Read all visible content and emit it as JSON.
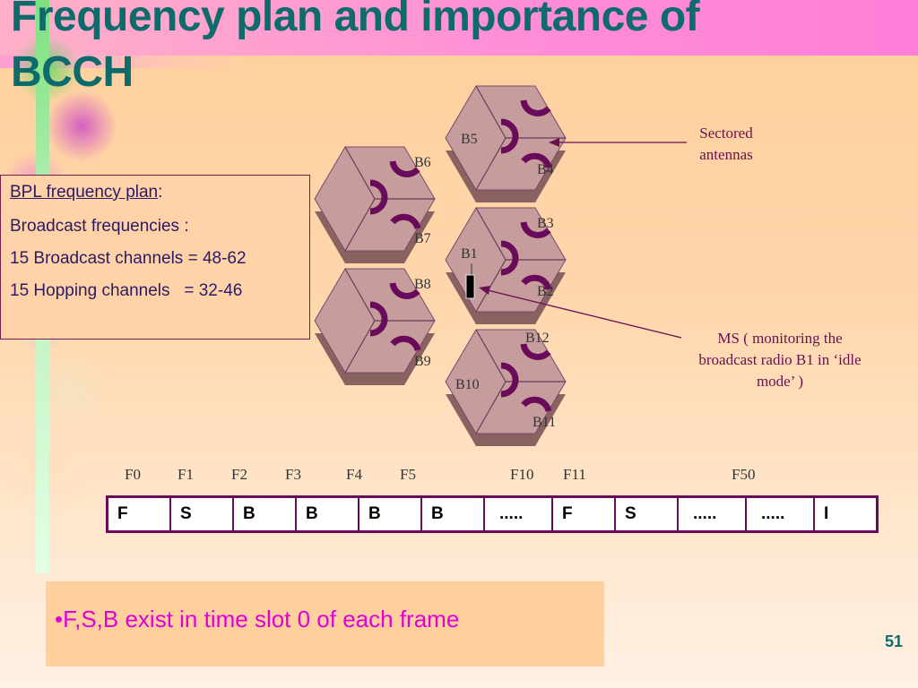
{
  "slide": {
    "title": "Frequency plan and importance of BCCH",
    "page_number": "51"
  },
  "bpl_box": {
    "title": "BPL frequency plan",
    "title_suffix": ":",
    "line1": "Broadcast frequencies :",
    "line2": "15 Broadcast channels = 48-62",
    "line3": "15 Hopping channels   = 32-46"
  },
  "cells": {
    "B1": "B1",
    "B2": "B2",
    "B3": "B3",
    "B4": "B4",
    "B5": "B5",
    "B6": "B6",
    "B7": "B7",
    "B8": "B8",
    "B9": "B9",
    "B10": "B10",
    "B11": "B11",
    "B12": "B12"
  },
  "annotations": {
    "sectored_line1": "Sectored",
    "sectored_line2": "antennas",
    "ms_line1": "MS ( monitoring the",
    "ms_line2": "broadcast radio B1 in ‘idle",
    "ms_line3": "mode’ )"
  },
  "frequency_labels": [
    "F0",
    "F1",
    "F2",
    "F3",
    "F4",
    "F5",
    "F10",
    "F11",
    "F50"
  ],
  "frame_cells": [
    "F",
    "S",
    "B",
    "B",
    "B",
    "B",
    ".....",
    "F",
    "S",
    ".....",
    ".....",
    "I"
  ],
  "note": "•F,S,B exist in time slot 0 of each frame",
  "colors": {
    "title": "#0d6b6b",
    "hex_fill": "#c69c9c",
    "hex_shadow": "#8a6262",
    "antenna": "#6a0a5a",
    "note_text": "#e000d8"
  }
}
